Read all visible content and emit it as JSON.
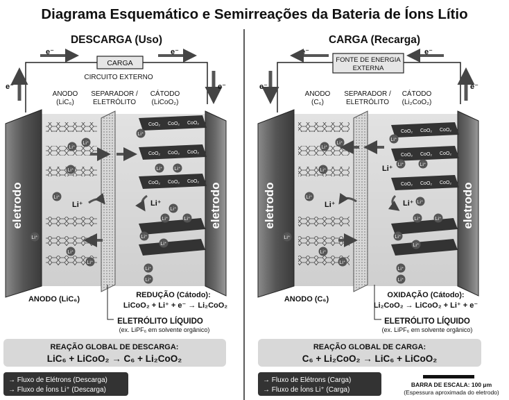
{
  "title": "Diagrama Esquemático e Semirreações da Bateria de Íons Lítio",
  "common": {
    "electron": "e⁻",
    "electrode": "eletrodo",
    "separator_line1": "SEPARADOR /",
    "separator_line2": "ELETRÓLITO",
    "li_ion": "Li⁺",
    "coo2": "CoO₂",
    "electrolyte_title": "ELETRÓLITO LÍQUIDO",
    "electrolyte_note": "(ex. LiPF₆ em solvente orgânico)"
  },
  "left": {
    "heading": "DESCARGA (Uso)",
    "box_label": "CARGA",
    "circuit_label": "CIRCUITO EXTERNO",
    "anode_line1": "ANODO",
    "anode_line2": "(LiC₆)",
    "cathode_line1": "CÁTODO",
    "cathode_line2": "(LiCoO₂)",
    "bottom_anode": "ANODO (LiC₆)",
    "half_title": "REDUÇÃO (Cátodo):",
    "half_eq": "LiCoO₂ + Li⁺ + e⁻ → Li₂CoO₂",
    "global_title": "REAÇÃO GLOBAL DE DESCARGA:",
    "global_eq": "LiC₆ + LiCoO₂ → C₆ + Li₂CoO₂",
    "legend": [
      "→ Fluxo de Elétrons (Descarga)",
      "→ Fluxo de Íons Li⁺ (Descarga)"
    ]
  },
  "right": {
    "heading": "CARGA (Recarga)",
    "box_line1": "FONTE DE ENERGIA",
    "box_line2": "EXTERNA",
    "anode_line1": "ANODO",
    "anode_line2": "(C₆)",
    "cathode_line1": "CÁTODO",
    "cathode_line2": "(Li₂CoO₂)",
    "bottom_anode": "ANODO (C₆)",
    "half_title": "OXIDAÇÃO (Cátodo):",
    "half_eq": "Li₂CoO₂ → LiCoO₂ + Li⁺ + e⁻",
    "global_title": "REAÇÃO GLOBAL DE CARGA:",
    "global_eq": "C₆ + Li₂CoO₂ → LiC₆ + LiCoO₂",
    "legend": [
      "→ Fluxo de Elétrons (Carga)",
      "→ Fluxo de Íons Li⁺ (Carga)"
    ]
  },
  "scale_bar": {
    "label": "BARRA DE ESCALA: 100 μm",
    "note": "(Espessura aproximada do eletrodo)"
  }
}
